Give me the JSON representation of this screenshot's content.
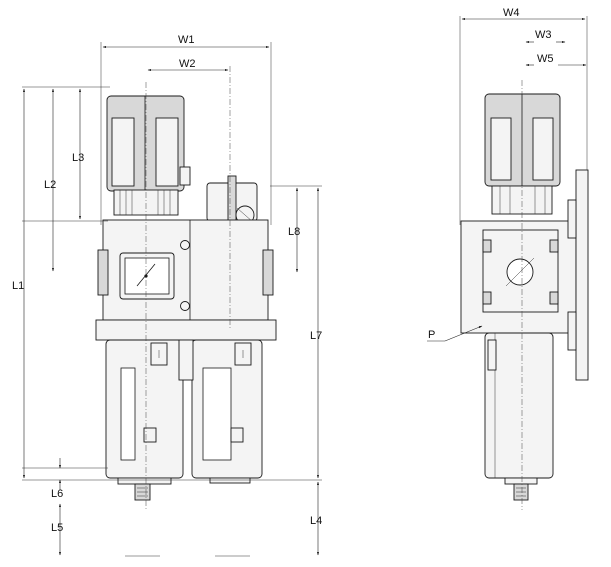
{
  "labels": {
    "W1": "W1",
    "W2": "W2",
    "W3": "W3",
    "W4": "W4",
    "W5": "W5",
    "L1": "L1",
    "L2": "L2",
    "L3": "L3",
    "L4": "L4",
    "L5": "L5",
    "L6": "L6",
    "L7": "L7",
    "L8": "L8",
    "P": "P"
  }
}
